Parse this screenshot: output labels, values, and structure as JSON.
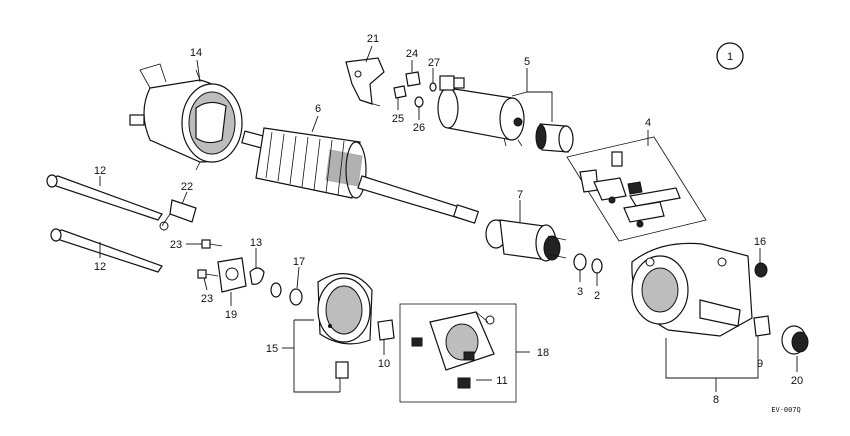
{
  "figure": {
    "circle_label": "1",
    "code": "EV-007Q"
  },
  "callouts": {
    "p2": "2",
    "p3": "3",
    "p4": "4",
    "p5": "5",
    "p6": "6",
    "p7": "7",
    "p8": "8",
    "p9": "9",
    "p10": "10",
    "p11": "11",
    "p12a": "12",
    "p12b": "12",
    "p13": "13",
    "p14": "14",
    "p15": "15",
    "p16": "16",
    "p17": "17",
    "p18": "18",
    "p19": "19",
    "p20": "20",
    "p21": "21",
    "p22": "22",
    "p23a": "23",
    "p23b": "23",
    "p24": "24",
    "p25": "25",
    "p26": "26",
    "p27": "27"
  }
}
